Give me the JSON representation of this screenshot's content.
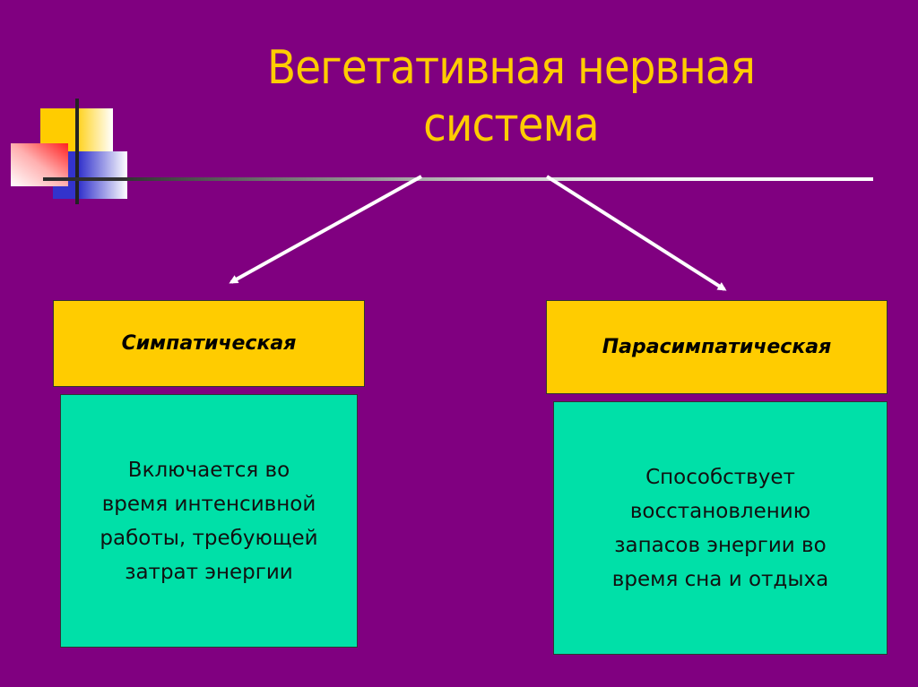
{
  "slide": {
    "background_color": "#800080",
    "title_line1": "Вегетативная нервная",
    "title_line2": "система",
    "title_color": "#FFCC00"
  },
  "branches": [
    {
      "label": "Симпатическая",
      "description_lines": [
        "Включается во",
        "время интенсивной",
        "работы, требующей",
        "затрат энергии"
      ]
    },
    {
      "label": "Парасимпатическая",
      "description_lines": [
        "Способствует",
        "восстановлению",
        "запасов энергии во",
        "время сна и отдыха"
      ]
    }
  ],
  "colors": {
    "label_box": "#FFCC00",
    "content_box": "#00E0A8",
    "arrow": "#FFFFFF"
  }
}
